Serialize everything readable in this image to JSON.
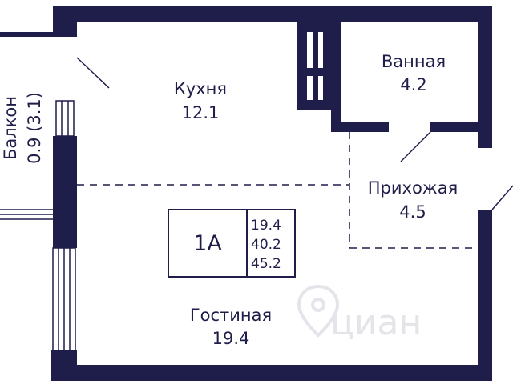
{
  "colors": {
    "wall": "#1f1d4a",
    "text": "#1f1d4a",
    "dash": "#1f1d4a",
    "watermark": "#e4e4ea"
  },
  "rooms": {
    "kitchen": {
      "name": "Кухня",
      "area": "12.1"
    },
    "bathroom": {
      "name": "Ванная",
      "area": "4.2"
    },
    "hallway": {
      "name": "Прихожая",
      "area": "4.5"
    },
    "living": {
      "name": "Гостиная",
      "area": "19.4"
    },
    "balcony": {
      "name": "Балкон",
      "area": "0.9 (3.1)"
    }
  },
  "apartment_box": {
    "code": "1А",
    "values": [
      "19.4",
      "40.2",
      "45.2"
    ]
  },
  "watermark": {
    "text": "циан",
    "icon": "location-pin-icon"
  }
}
